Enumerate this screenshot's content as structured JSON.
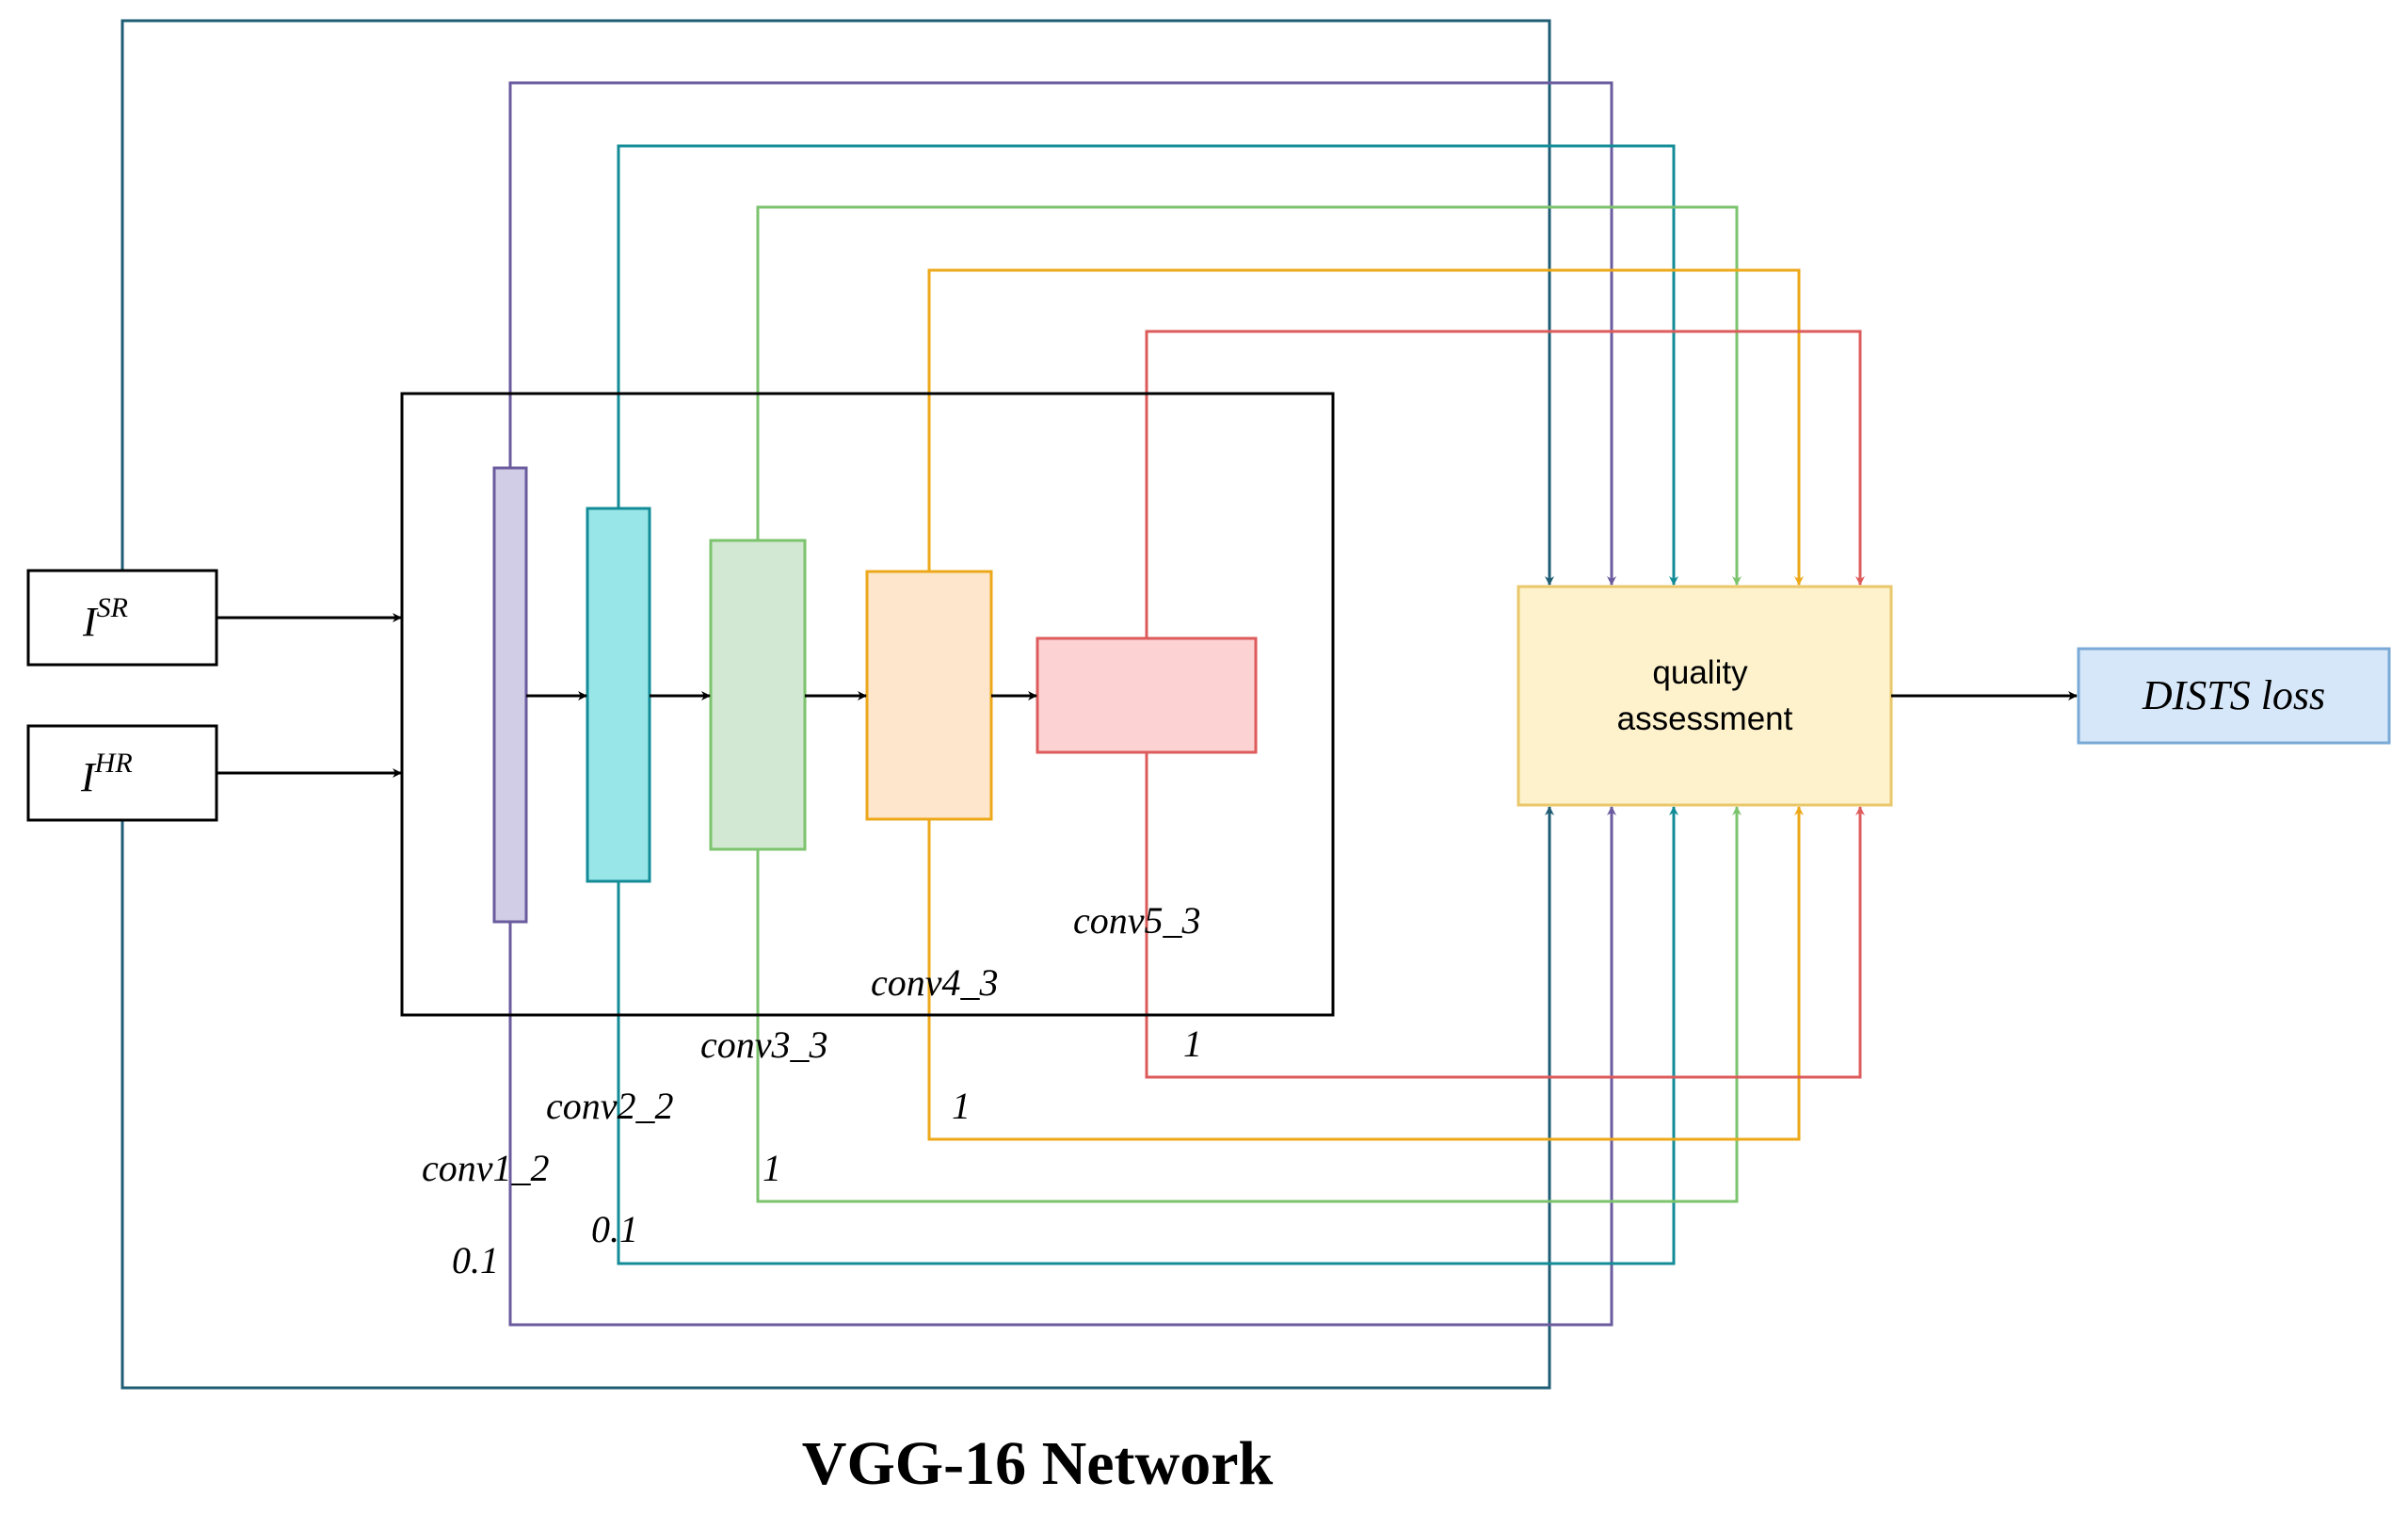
{
  "inputs": {
    "sr": {
      "main": "I",
      "sup": "SR"
    },
    "hr": {
      "main": "I",
      "sup": "HR"
    }
  },
  "layers": [
    {
      "name": "conv1_2",
      "weight": "0.1",
      "color": "#6A5B9E",
      "fill": "#D1CDE6",
      "stroke": "#6A5B9E"
    },
    {
      "name": "conv2_2",
      "weight": "0.1",
      "color": "#138C97",
      "fill": "#99E6E8",
      "stroke": "#138C97"
    },
    {
      "name": "conv3_3",
      "weight": "1",
      "color": "#7CC36E",
      "fill": "#D2E8D2",
      "stroke": "#7CC36E"
    },
    {
      "name": "conv4_3",
      "weight": "1",
      "color": "#EDA81A",
      "fill": "#FDE6CC",
      "stroke": "#EDA81A"
    },
    {
      "name": "conv5_3",
      "weight": "1",
      "color": "#DD5B5B",
      "fill": "#FDD2D2",
      "stroke": "#DD5B5B"
    }
  ],
  "input_line_color": "#1F5D74",
  "quality_box": {
    "line1": "quality",
    "line2": "assessment",
    "fill": "#FDF2CC",
    "stroke": "#E9C76A"
  },
  "output": {
    "label": "DISTS loss",
    "fill": "#D5E7F8",
    "stroke": "#7AA9D6"
  },
  "caption": "VGG-16 Network"
}
